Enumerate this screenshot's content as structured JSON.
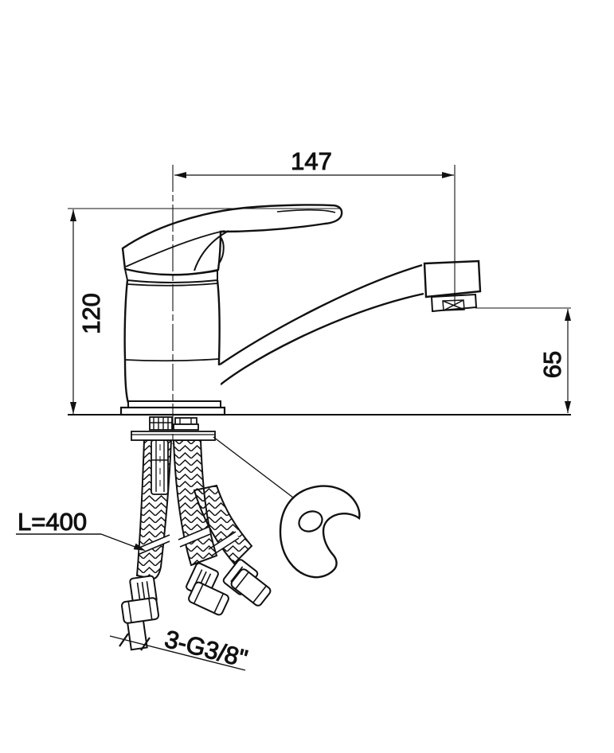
{
  "page": {
    "background": "#ffffff",
    "line_color": "#111111"
  },
  "dimensions": {
    "spout_reach": "147",
    "faucet_height": "120",
    "outlet_height": "65"
  },
  "labels": {
    "hose_length": "L=400",
    "hose_thread": "3-G3/8\""
  }
}
